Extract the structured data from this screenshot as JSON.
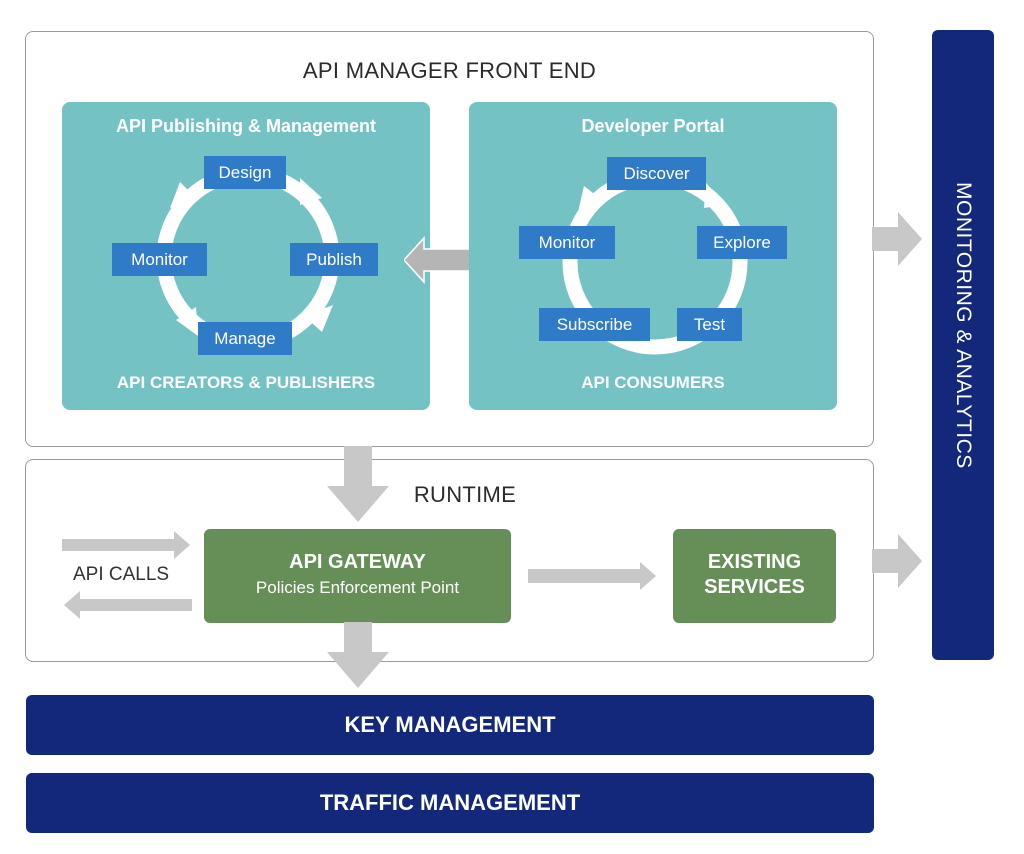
{
  "front_end": {
    "title": "API MANAGER FRONT END",
    "publishing": {
      "heading": "API Publishing & Management",
      "footer": "API CREATORS & PUBLISHERS",
      "steps": [
        "Design",
        "Publish",
        "Manage",
        "Monitor"
      ]
    },
    "portal": {
      "heading": "Developer Portal",
      "footer": "API CONSUMERS",
      "steps": [
        "Discover",
        "Explore",
        "Test",
        "Subscribe",
        "Monitor"
      ]
    }
  },
  "runtime": {
    "title": "RUNTIME",
    "api_calls_label": "API CALLS",
    "gateway": {
      "title": "API GATEWAY",
      "subtitle": "Policies Enforcement Point"
    },
    "existing_services": {
      "line1": "EXISTING",
      "line2": "SERVICES"
    }
  },
  "monitoring": {
    "label": "MONITORING & ANALYTICS"
  },
  "key_management": {
    "label": "KEY MANAGEMENT"
  },
  "traffic_management": {
    "label": "TRAFFIC MANAGEMENT"
  },
  "colors": {
    "teal": "#74c2c4",
    "step_blue": "#2f7bc8",
    "green": "#668f58",
    "navy": "#13287a",
    "arrow_gray": "#c8c8c8"
  }
}
